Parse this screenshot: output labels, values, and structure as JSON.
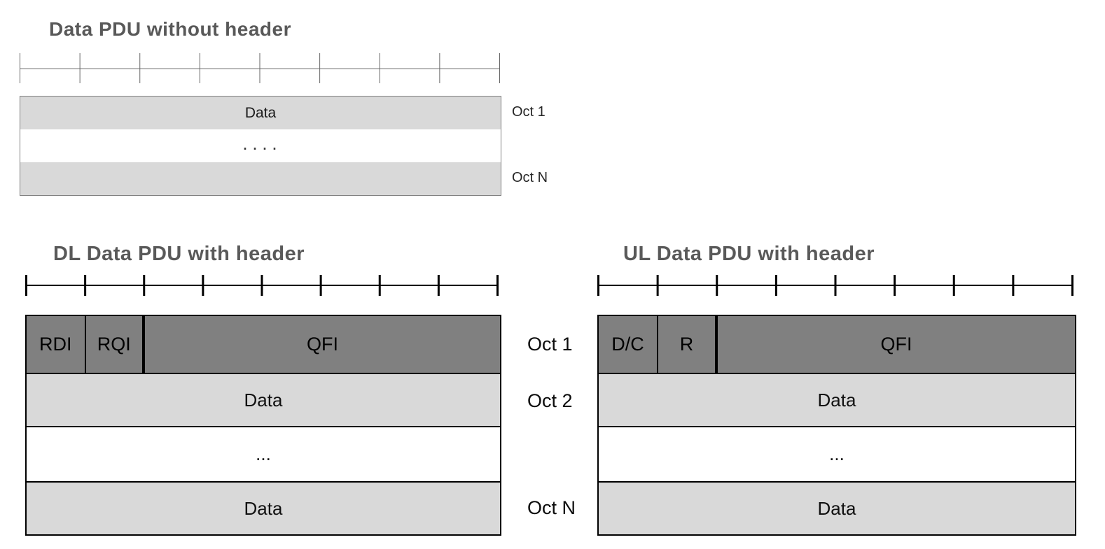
{
  "bits_per_octet": 8,
  "colors": {
    "title_text": "#595959",
    "header_fill": "#808080",
    "data_fill": "#d9d9d9",
    "thin_ruler": "#666666",
    "thick_ruler": "#000000"
  },
  "no_header": {
    "title": "Data PDU without header",
    "rows": [
      {
        "label": "Data",
        "oct": "Oct 1"
      },
      {
        "label": ". . . .",
        "oct": ""
      },
      {
        "label": "",
        "oct": "Oct N"
      }
    ]
  },
  "dl": {
    "title": "DL Data PDU with header",
    "header": {
      "fields": [
        {
          "label": "RDI",
          "bits": 1
        },
        {
          "label": "RQI",
          "bits": 1
        },
        {
          "label": "QFI",
          "bits": 6
        }
      ],
      "oct": "Oct 1"
    },
    "rows": [
      {
        "label": "Data",
        "oct": "Oct 2"
      },
      {
        "label": "...",
        "oct": ""
      },
      {
        "label": "Data",
        "oct": "Oct N"
      }
    ]
  },
  "ul": {
    "title": "UL Data PDU with header",
    "header": {
      "fields": [
        {
          "label": "D/C",
          "bits": 1
        },
        {
          "label": "R",
          "bits": 1
        },
        {
          "label": "QFI",
          "bits": 6
        }
      ]
    },
    "rows": [
      {
        "label": "Data"
      },
      {
        "label": "..."
      },
      {
        "label": "Data"
      }
    ]
  }
}
